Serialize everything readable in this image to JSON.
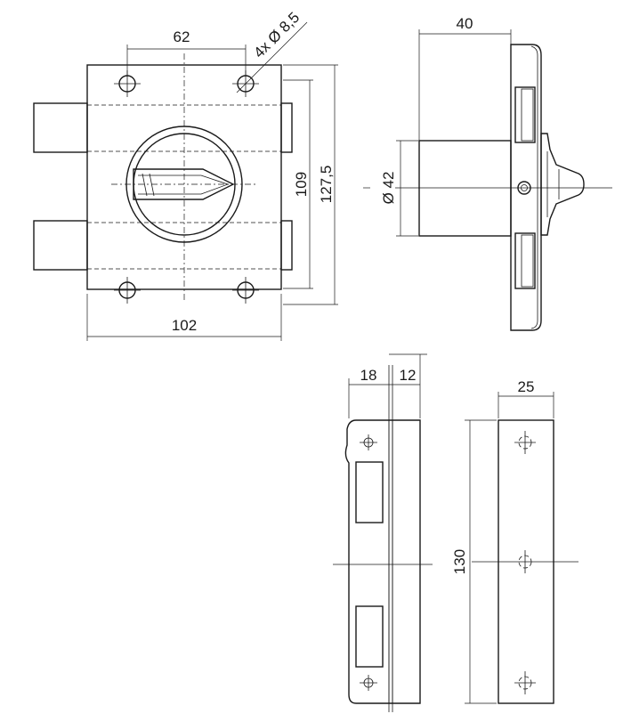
{
  "dimensions": {
    "hole_spacing": "62",
    "hole_callout": "4x Ø 8,5",
    "body_width": "102",
    "rail_height_inner": "109",
    "rail_height_outer": "127,5",
    "depth": "40",
    "cylinder_diameter": "Ø 42",
    "keeper_depth_a": "18",
    "keeper_depth_b": "12",
    "keeper_width": "25",
    "keeper_height": "130"
  }
}
